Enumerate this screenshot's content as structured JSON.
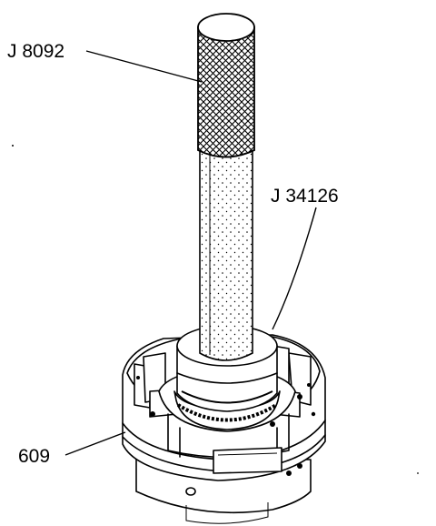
{
  "labels": {
    "handle_tool": "J 8092",
    "installer_tool": "J 34126",
    "part_number": "609"
  }
}
